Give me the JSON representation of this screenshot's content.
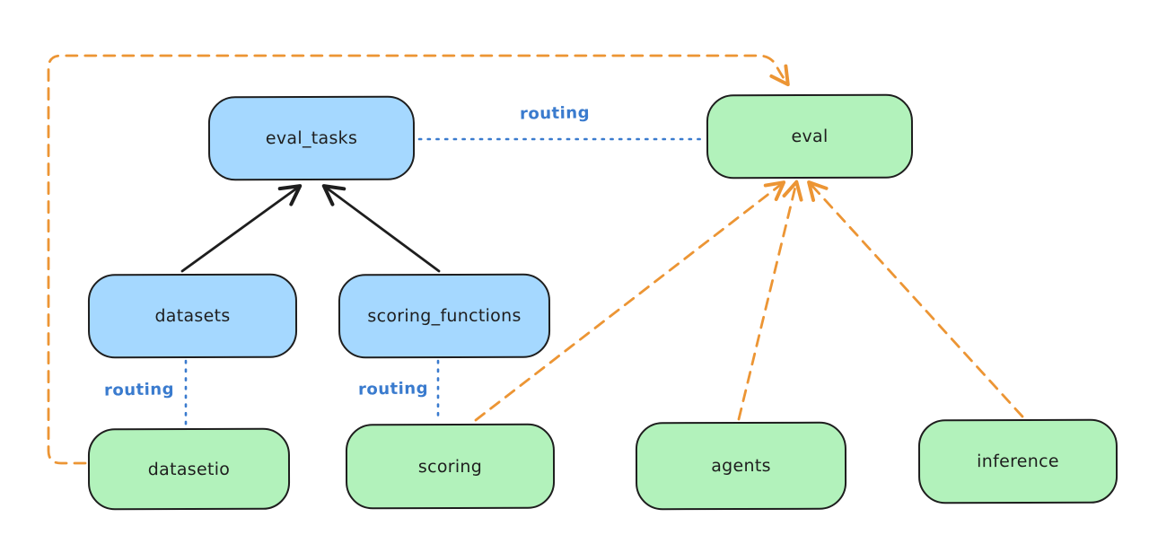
{
  "diagram": {
    "background_color": "#ffffff",
    "colors": {
      "registry_fill": "#a5d8ff",
      "api_fill": "#b2f2bb",
      "stroke": "#1e1e1e",
      "routing_blue": "#3a7bce",
      "dependency_orange": "#ec9534"
    },
    "nodes": [
      {
        "id": "eval_tasks",
        "label": "eval_tasks",
        "kind": "registry",
        "fill": "#a5d8ff"
      },
      {
        "id": "eval",
        "label": "eval",
        "kind": "api",
        "fill": "#b2f2bb"
      },
      {
        "id": "datasets",
        "label": "datasets",
        "kind": "registry",
        "fill": "#a5d8ff"
      },
      {
        "id": "scoring_functions",
        "label": "scoring_functions",
        "kind": "registry",
        "fill": "#a5d8ff"
      },
      {
        "id": "datasetio",
        "label": "datasetio",
        "kind": "api",
        "fill": "#b2f2bb"
      },
      {
        "id": "scoring",
        "label": "scoring",
        "kind": "api",
        "fill": "#b2f2bb"
      },
      {
        "id": "agents",
        "label": "agents",
        "kind": "api",
        "fill": "#b2f2bb"
      },
      {
        "id": "inference",
        "label": "inference",
        "kind": "api",
        "fill": "#b2f2bb"
      }
    ],
    "edges": [
      {
        "from": "datasets",
        "to": "eval_tasks",
        "style": "solid-arrow",
        "color": "#1e1e1e",
        "label": ""
      },
      {
        "from": "scoring_functions",
        "to": "eval_tasks",
        "style": "solid-arrow",
        "color": "#1e1e1e",
        "label": ""
      },
      {
        "from": "eval_tasks",
        "to": "eval",
        "style": "dotted-line",
        "color": "#3a7bce",
        "label": "routing"
      },
      {
        "from": "datasets",
        "to": "datasetio",
        "style": "dotted-line",
        "color": "#3a7bce",
        "label": "routing"
      },
      {
        "from": "scoring_functions",
        "to": "scoring",
        "style": "dotted-line",
        "color": "#3a7bce",
        "label": "routing"
      },
      {
        "from": "datasetio",
        "to": "eval",
        "style": "dashed-arrow",
        "color": "#ec9534",
        "label": ""
      },
      {
        "from": "scoring",
        "to": "eval",
        "style": "dashed-arrow",
        "color": "#ec9534",
        "label": ""
      },
      {
        "from": "agents",
        "to": "eval",
        "style": "dashed-arrow",
        "color": "#ec9534",
        "label": ""
      },
      {
        "from": "inference",
        "to": "eval",
        "style": "dashed-arrow",
        "color": "#ec9534",
        "label": ""
      }
    ]
  }
}
